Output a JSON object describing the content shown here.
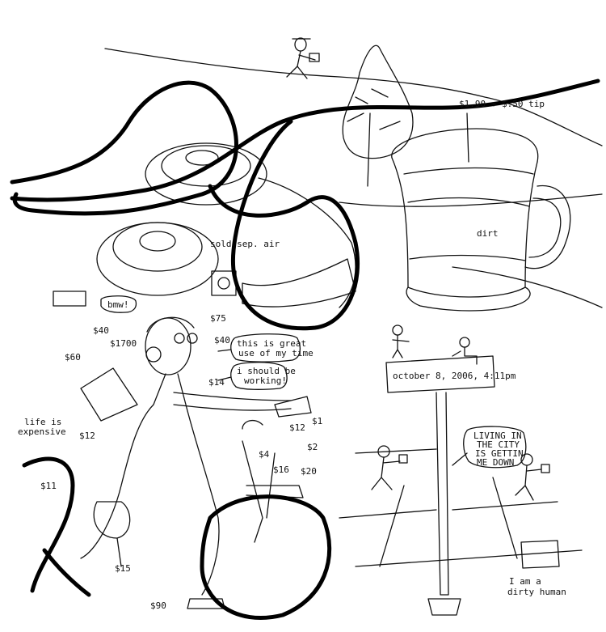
{
  "labels": {
    "price_coffee": "$1.90 + $.50 tip",
    "dirt": "dirt",
    "sold_separately": "sold sep. air",
    "price_75": "$75",
    "price_40_right": "$40",
    "price_40_left": "$40",
    "price_1700": "$1700",
    "price_60": "$60",
    "price_14": "$14",
    "price_12_bag": "$12",
    "price_12_glove": "$12",
    "price_1": "$1",
    "price_2": "$2",
    "price_4": "$4",
    "price_16": "$16",
    "price_20": "$20",
    "price_11": "$11",
    "price_15": "$15",
    "price_90": "$90",
    "life_line1": "life is",
    "life_line2": "expensive",
    "bubble_time_line1": "this is great",
    "bubble_time_line2": "use of my time",
    "bubble_work_line1": "i should be",
    "bubble_work_line2": "working!",
    "sign_date": "october 8, 2006, 4:11pm",
    "city_line1": "LIVING IN",
    "city_line2": "THE CITY",
    "city_line3": "IS GETTIN",
    "city_line4": "ME DOWN",
    "dirty_line1": "I am a",
    "dirty_line2": "dirty human",
    "small_speech": "bmw!"
  },
  "colors": {
    "ink": "#111111",
    "paper": "#ffffff"
  }
}
